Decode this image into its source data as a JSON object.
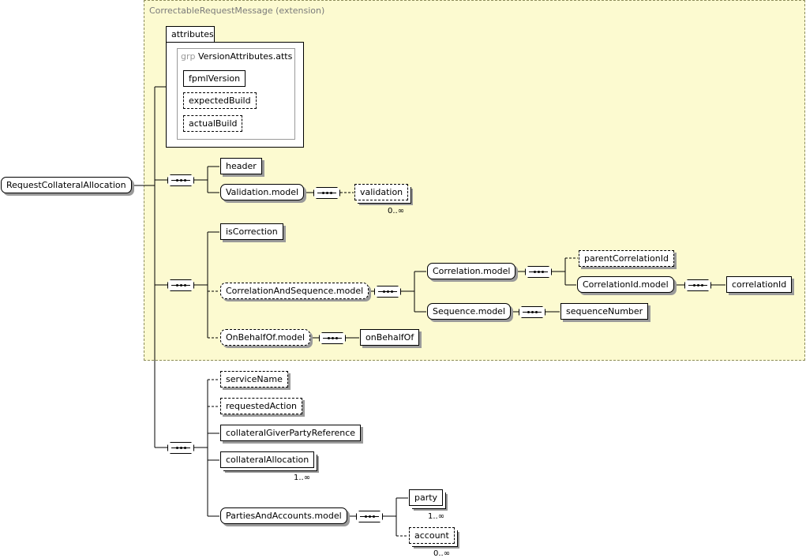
{
  "extension_label": "CorrectableRequestMessage (extension)",
  "attributes": {
    "tab": "attributes",
    "group_prefix": "grp",
    "group_name": "VersionAttributes.atts",
    "items": [
      "fpmlVersion",
      "expectedBuild",
      "actualBuild"
    ]
  },
  "root": "RequestCollateralAllocation",
  "nodes": {
    "header": "header",
    "validation_model": "Validation.model",
    "validation": "validation",
    "is_correction": "isCorrection",
    "correlation_and_sequence_model": "CorrelationAndSequence.model",
    "correlation_model": "Correlation.model",
    "parent_correlation_id": "parentCorrelationId",
    "correlation_id_model": "CorrelationId.model",
    "correlation_id": "correlationId",
    "sequence_model": "Sequence.model",
    "sequence_number": "sequenceNumber",
    "on_behalf_of_model": "OnBehalfOf.model",
    "on_behalf_of": "onBehalfOf",
    "service_name": "serviceName",
    "requested_action": "requestedAction",
    "collateral_giver_party_reference": "collateralGiverPartyReference",
    "collateral_allocation": "collateralAllocation",
    "parties_and_accounts_model": "PartiesAndAccounts.model",
    "party": "party",
    "account": "account"
  },
  "cardinalities": {
    "validation": "0..∞",
    "collateral_allocation": "1..∞",
    "party": "1..∞",
    "account": "0..∞"
  }
}
